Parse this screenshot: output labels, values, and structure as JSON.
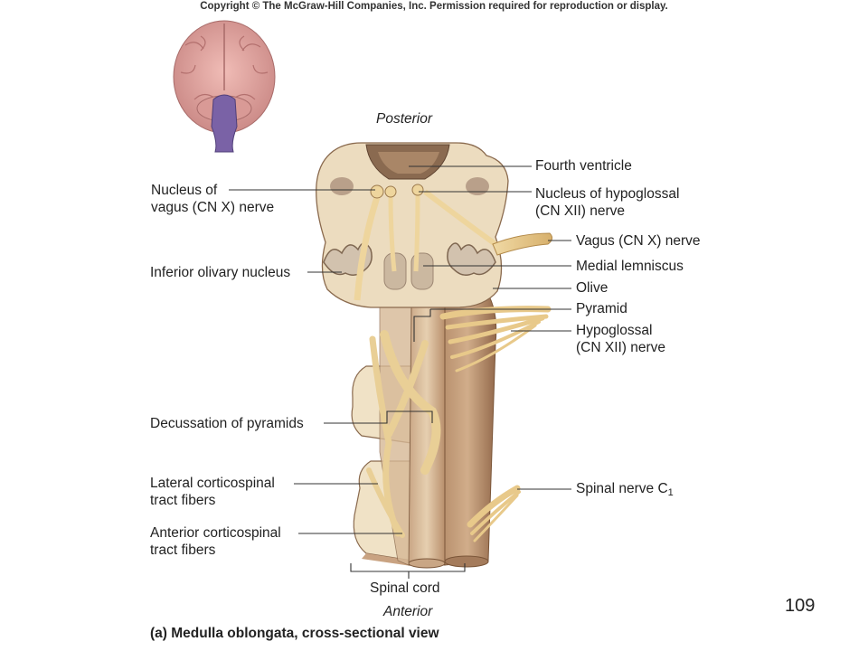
{
  "copyright": "Copyright © The McGraw-Hill Companies, Inc. Permission required for reproduction or display.",
  "orientation": {
    "top": "Posterior",
    "bottom": "Anterior"
  },
  "labels_left": {
    "nucleus_vagus_1": "Nucleus of",
    "nucleus_vagus_2": "vagus (CN X) nerve",
    "inferior_olivary": "Inferior olivary nucleus",
    "decussation": "Decussation of pyramids",
    "lateral_cst_1": "Lateral corticospinal",
    "lateral_cst_2": "tract fibers",
    "anterior_cst_1": "Anterior corticospinal",
    "anterior_cst_2": "tract fibers"
  },
  "labels_right": {
    "fourth_ventricle": "Fourth ventricle",
    "nucleus_hypoglossal_1": "Nucleus of hypoglossal",
    "nucleus_hypoglossal_2": "(CN XII) nerve",
    "vagus_nerve": "Vagus (CN X) nerve",
    "medial_lemniscus": "Medial lemniscus",
    "olive": "Olive",
    "pyramid": "Pyramid",
    "hypoglossal_1": "Hypoglossal",
    "hypoglossal_2": "(CN XII) nerve",
    "spinal_nerve": "Spinal nerve C",
    "spinal_nerve_sub": "1"
  },
  "spinal_cord": "Spinal cord",
  "caption": "(a) Medulla oblongata, cross-sectional view",
  "page_number": "109",
  "colors": {
    "tissue_light": "#efe2c8",
    "tissue_mid": "#c9a382",
    "tissue_dark": "#9d7558",
    "nerve": "#e8c98a",
    "brain_pink": "#e2a2a0",
    "brainstem_purple": "#7a62a6"
  }
}
